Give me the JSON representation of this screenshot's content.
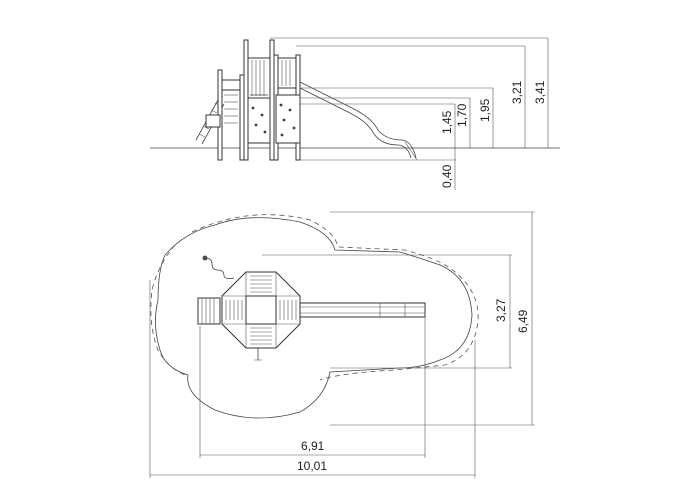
{
  "side_view": {
    "heights": {
      "ground_depth": "0,40",
      "platform_low": "1,45",
      "platform_mid": "1,70",
      "platform_high": "1,95",
      "roof": "3,21",
      "total": "3,41"
    }
  },
  "plan_view": {
    "widths": {
      "inner_depth": "3,27",
      "outer_depth": "6,49",
      "inner_length": "6,91",
      "outer_length": "10,01"
    }
  }
}
